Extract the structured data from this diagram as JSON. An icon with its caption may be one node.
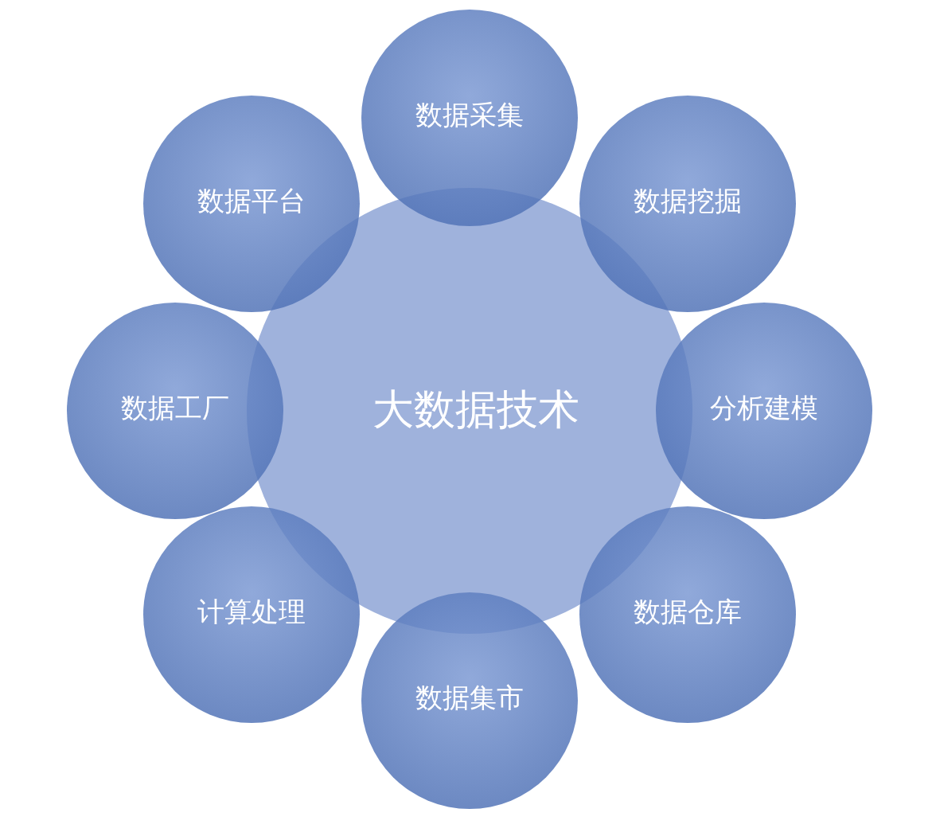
{
  "diagram": {
    "nodes": [
      {
        "text": [
          "大数据技术"
        ]
      },
      {
        "text": [
          "数据采集"
        ]
      },
      {
        "text": [
          "数据挖掘"
        ]
      },
      {
        "text": [
          "分析建模"
        ]
      },
      {
        "text": [
          "数据仓库"
        ]
      },
      {
        "text": [
          "数据集市"
        ]
      },
      {
        "text": [
          "计算处理"
        ]
      },
      {
        "text": [
          "数据工厂"
        ]
      },
      {
        "text": [
          "数据平台"
        ]
      }
    ]
  }
}
